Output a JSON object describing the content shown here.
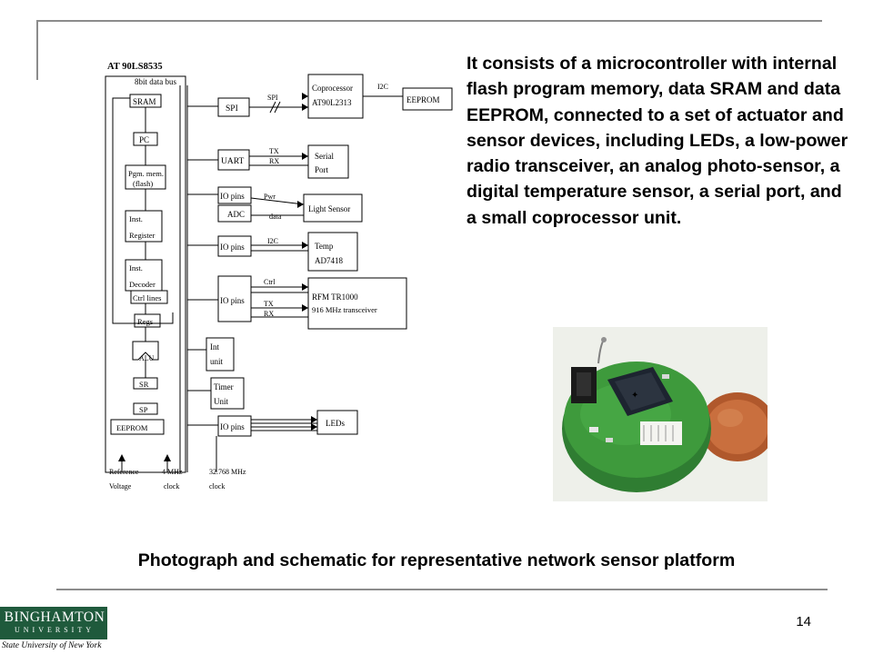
{
  "description": "It consists of a microcontroller with internal flash program memory, data SRAM and data EEPROM, connected to a set of actuator and sensor devices, including LEDs, a low-power radio transceiver, an analog photo-sensor, a digital temperature sensor, a serial port, and a small coprocessor unit.",
  "caption": "Photograph and schematic for representative network sensor platform",
  "slide_number": "14",
  "logo": {
    "name": "BINGHAMTON",
    "subtitle": "UNIVERSITY",
    "tagline": "State University of New York"
  },
  "schematic": {
    "chip_label": "AT 90LS8535",
    "bus_label": "8bit data bus",
    "internal_blocks": {
      "sram": "SRAM",
      "pc": "PC",
      "pgm_mem_1": "Pgm. mem.",
      "pgm_mem_2": "(flash)",
      "inst_reg_1": "Inst.",
      "inst_reg_2": "Register",
      "inst_dec_1": "Inst.",
      "inst_dec_2": "Decoder",
      "ctrl_lines": "Ctrl lines",
      "regs": "Regs",
      "alu": "ALU",
      "sr": "SR",
      "sp": "SP",
      "eeprom": "EEPROM"
    },
    "ports": {
      "spi": "SPI",
      "uart": "UART",
      "io_pins_1": "IO pins",
      "adc": "ADC",
      "io_pins_2": "IO pins",
      "io_pins_3": "IO pins",
      "int_1": "Int",
      "int_2": "unit",
      "timer_1": "Timer",
      "timer_2": "Unit",
      "io_pins_4": "IO pins"
    },
    "signals": {
      "spi": "SPI",
      "i2c_top": "I2C",
      "tx": "TX",
      "rx": "RX",
      "pwr": "Pwr",
      "data": "data",
      "i2c": "I2C",
      "ctrl": "Ctrl",
      "tx2": "TX",
      "rx2": "RX"
    },
    "peripherals": {
      "coproc_1": "Coprocessor",
      "coproc_2": "AT90L2313",
      "eeprom_ext": "EEPROM",
      "serial_1": "Serial",
      "serial_2": "Port",
      "light_sensor": "Light Sensor",
      "temp_1": "Temp",
      "temp_2": "AD7418",
      "radio_1": "RFM TR1000",
      "radio_2": "916 MHz transceiver",
      "leds": "LEDs"
    },
    "inputs": {
      "ref_1": "Reference",
      "ref_2": "Voltage",
      "clk4_1": "4 MHz",
      "clk4_2": "clock",
      "clk32_1": "32.768 MHz",
      "clk32_2": "clock"
    }
  }
}
